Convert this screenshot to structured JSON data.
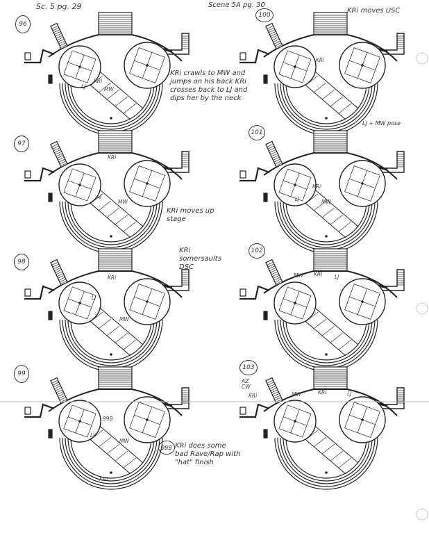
{
  "header": {
    "left": "Sc. 5 pg. 29",
    "center": "Scene 5A pg. 30"
  },
  "panels": [
    {
      "number": "96",
      "note": "KRi crawls to MW and jumps on his back KRi crosses back to LJ and dips her by the neck",
      "marks": [
        "LJ",
        "KRi",
        "MW"
      ]
    },
    {
      "number": "100",
      "note": "KRi moves USC",
      "extra_note": "LJ + MW pose",
      "marks": [
        "KRi"
      ]
    },
    {
      "number": "97",
      "note": "KRi moves up stage",
      "marks": [
        "KRi",
        "LJ",
        "MW"
      ]
    },
    {
      "number": "101",
      "note": "",
      "marks": [
        "KRi",
        "LJ",
        "MW"
      ]
    },
    {
      "number": "98",
      "note": "KRi somersaults DSC",
      "marks": [
        "KRi",
        "LJ",
        "MW"
      ]
    },
    {
      "number": "102",
      "note": "",
      "marks": [
        "MW",
        "KRi",
        "LJ"
      ]
    },
    {
      "number": "99",
      "note": "KRi does some bad Rave/Rap with \"hat\" finish",
      "sub_number": "99B",
      "marks": [
        "99B",
        "LJ",
        "MW",
        "KRi"
      ]
    },
    {
      "number": "103",
      "note": "",
      "marks": [
        "AZ CW",
        "KRi",
        "MW",
        "KRi",
        "LJ"
      ]
    }
  ]
}
